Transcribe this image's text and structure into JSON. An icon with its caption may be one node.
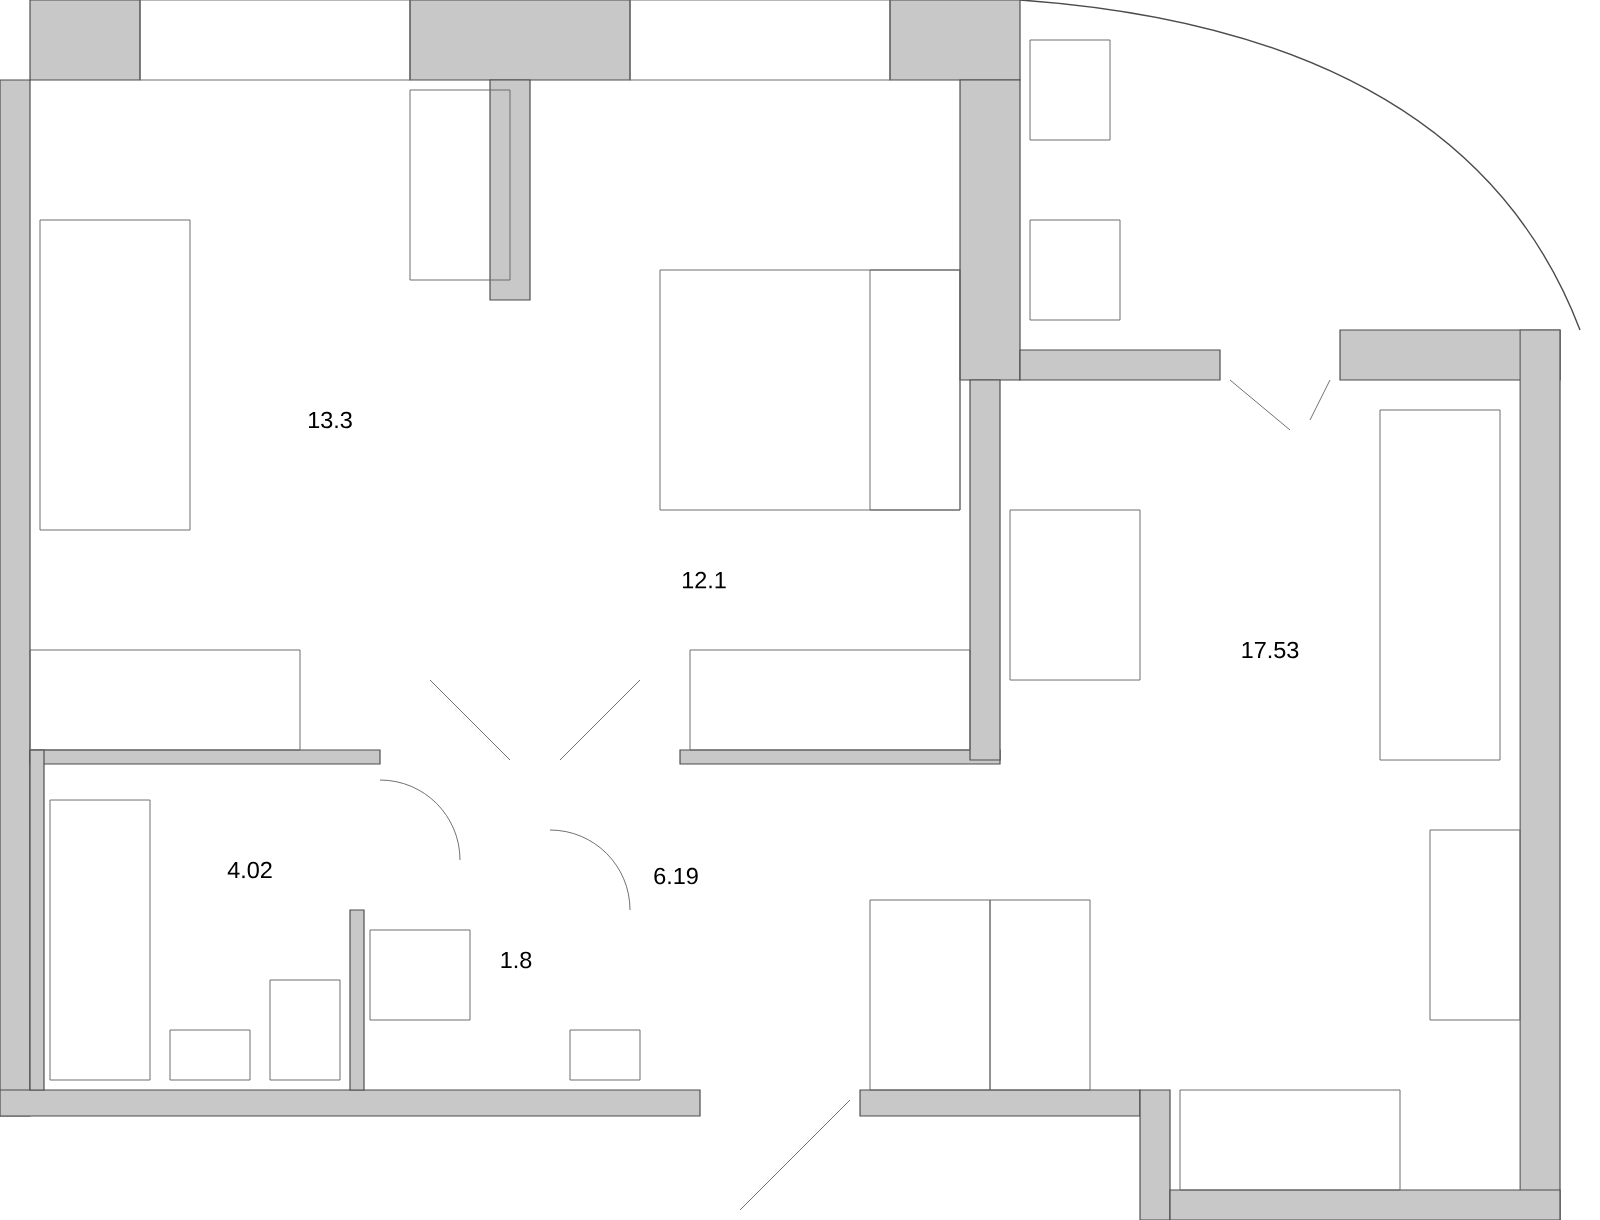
{
  "diagram": {
    "labels": [
      "13.3",
      "12.1",
      "17.53",
      "4.02",
      "1.8",
      "6.19"
    ]
  }
}
